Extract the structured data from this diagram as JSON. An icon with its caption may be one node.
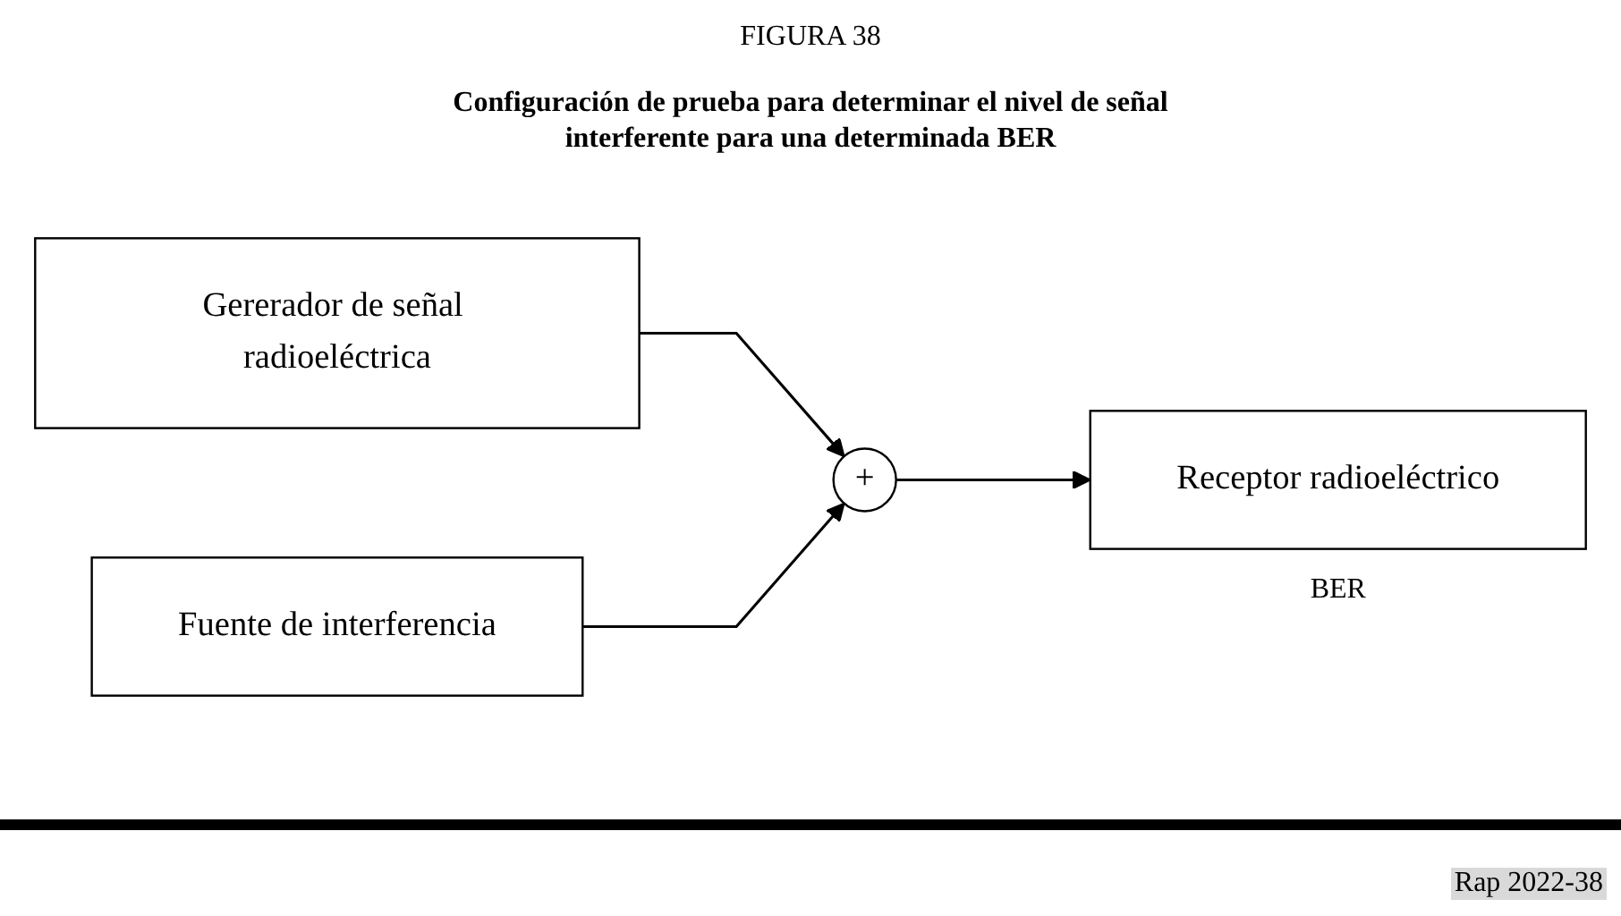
{
  "diagram": {
    "title": "FIGURA 38",
    "nodes": [
      {
        "text": [
          "Gererador de señal radioeléctrica"
        ]
      },
      {
        "text": [
          "Fuente de interferencia"
        ]
      },
      {
        "text": [
          "+"
        ]
      },
      {
        "text": [
          "Receptor radioeléctrico"
        ],
        "beside": [
          "BER"
        ]
      }
    ],
    "edges": [
      {
        "from": 0,
        "to": 2,
        "arrow": "to"
      },
      {
        "from": 1,
        "to": 2,
        "arrow": "to"
      },
      {
        "from": 2,
        "to": 3,
        "arrow": "to"
      }
    ],
    "labels": [
      "Configuración de prueba para determinar el nivel de señal interferente para una determinada BER",
      "Rap 2022-38"
    ]
  }
}
